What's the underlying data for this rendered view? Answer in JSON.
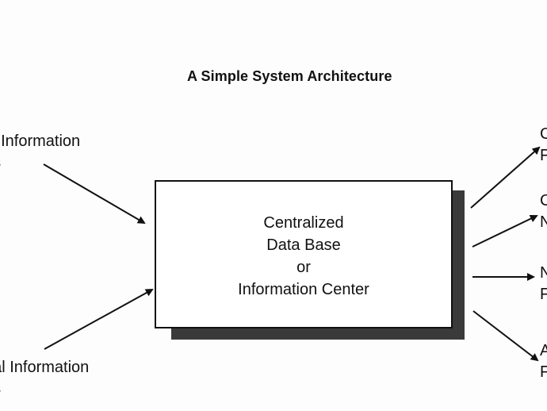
{
  "title": "A Simple System Architecture",
  "inputs": [
    {
      "lines": [
        "al Information",
        "es"
      ]
    },
    {
      "lines": [
        "nal Information",
        "es"
      ]
    }
  ],
  "center": {
    "lines": [
      "Centralized",
      "Data Base",
      "or",
      "Information Center"
    ]
  },
  "outputs": [
    {
      "lines": [
        "C",
        "F"
      ]
    },
    {
      "lines": [
        "C",
        "N"
      ]
    },
    {
      "lines": [
        "N",
        "F"
      ]
    },
    {
      "lines": [
        "A",
        "F"
      ]
    }
  ],
  "colors": {
    "ink": "#111111",
    "shadow": "#3a3a3a",
    "background": "#fdfdfd"
  }
}
